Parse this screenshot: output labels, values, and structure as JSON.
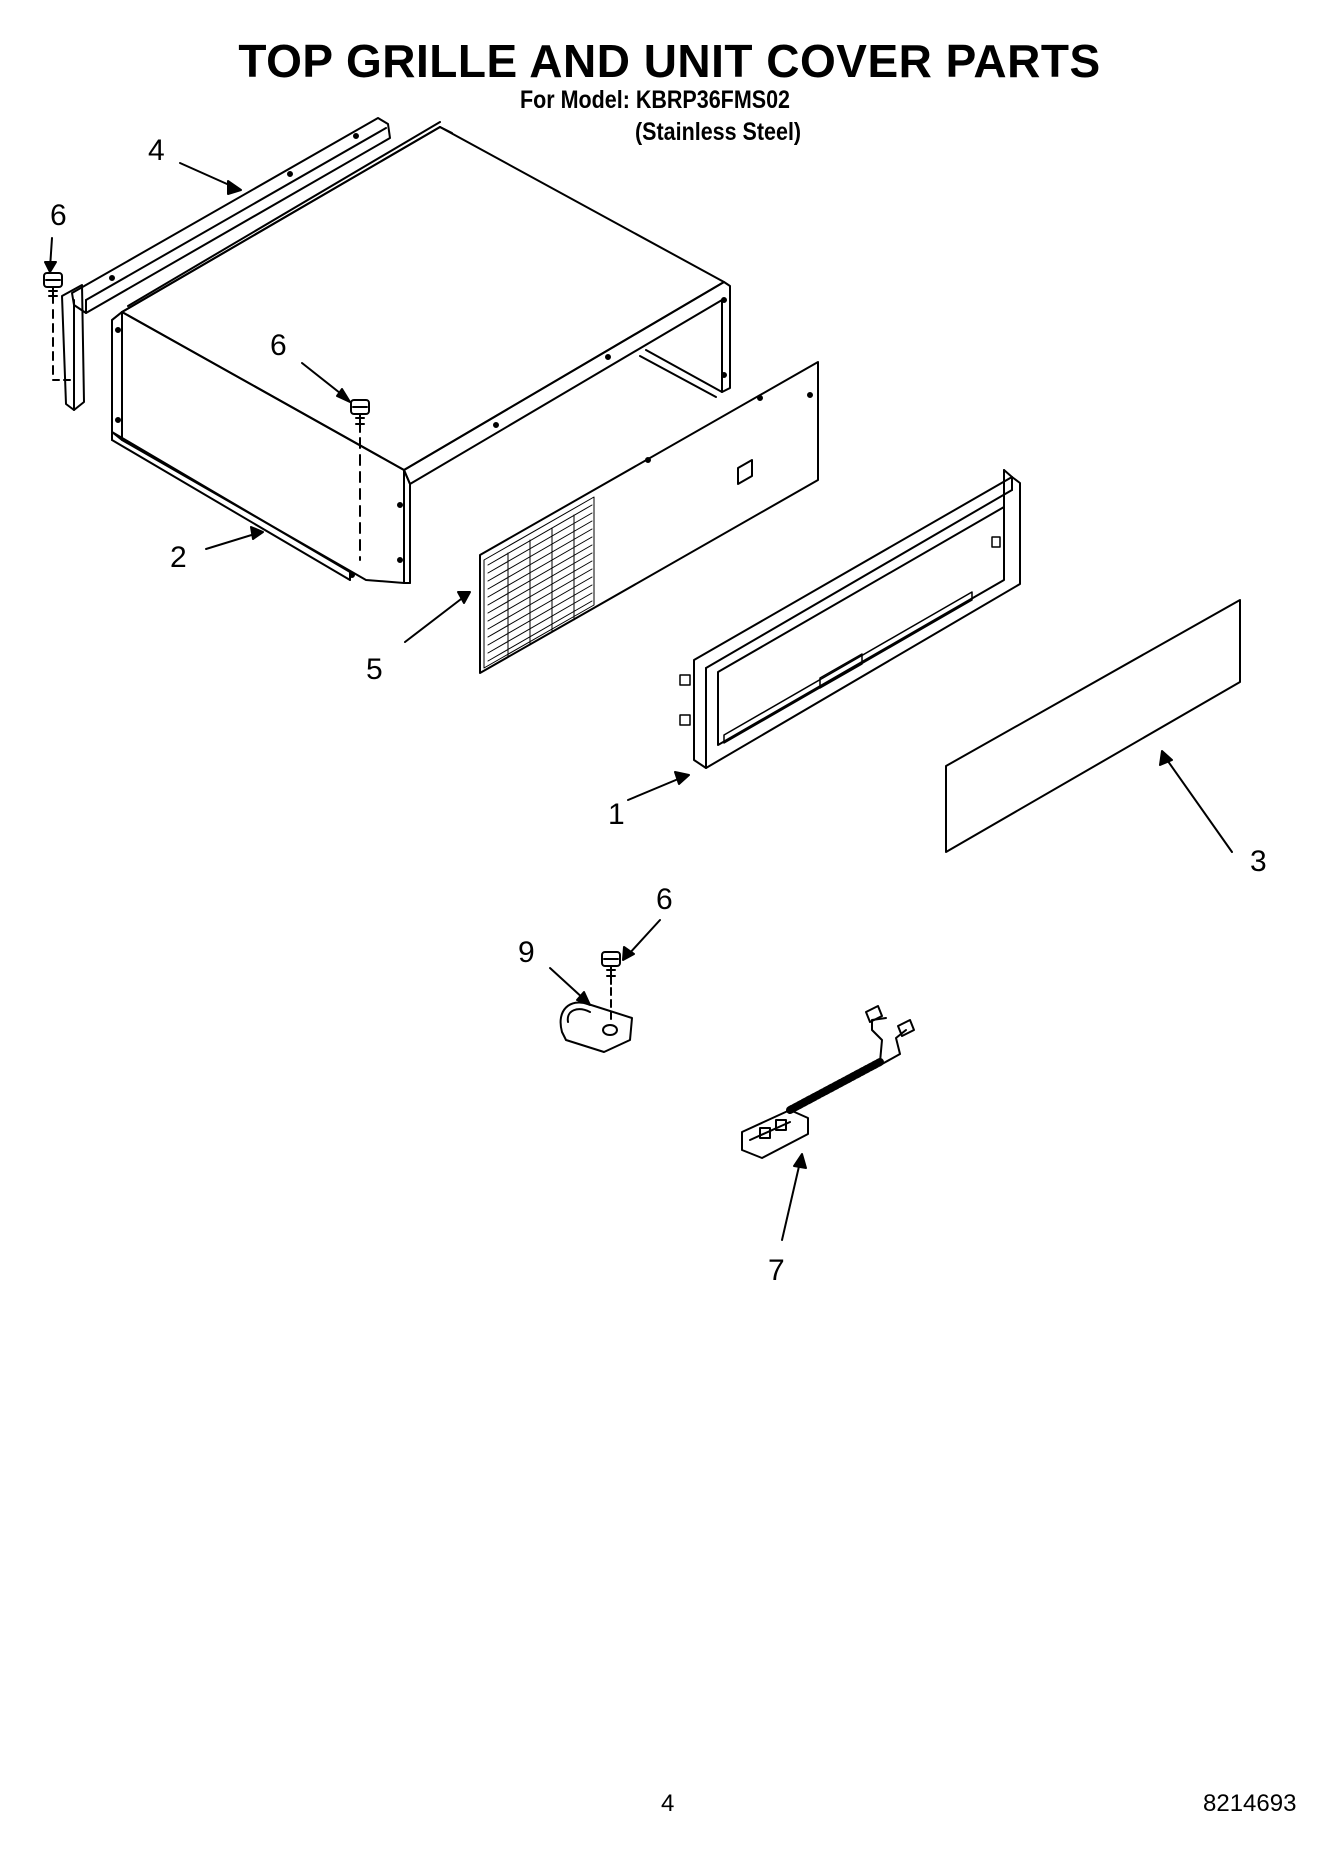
{
  "header": {
    "title": "TOP GRILLE AND UNIT COVER PARTS",
    "model_line": "For Model: KBRP36FMS02",
    "finish_line": "(Stainless Steel)"
  },
  "callouts": {
    "c1": "1",
    "c2": "2",
    "c3": "3",
    "c4": "4",
    "c5": "5",
    "c6a": "6",
    "c6b": "6",
    "c6c": "6",
    "c7": "7",
    "c9": "9"
  },
  "footer": {
    "page_number": "4",
    "document_number": "8214693"
  }
}
